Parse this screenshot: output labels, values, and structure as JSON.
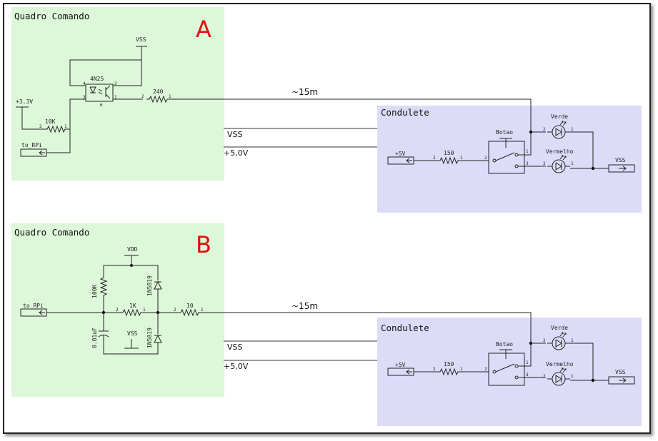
{
  "panels": [
    {
      "section_letter": "A",
      "control_title": "Quadro Comando",
      "condulete_title": "Condulete",
      "distance": "~15m",
      "wire_vss": "VSS",
      "wire_5v": "+5,0V",
      "control_labels": {
        "ground_top": "VSS",
        "optocoupler": "4N25",
        "supply": "+3.3V",
        "resistor_input": "10K",
        "resistor_line": "240",
        "input_port": "to_RPi"
      },
      "condulete_labels": {
        "supply_port": "+5V",
        "resistor": "150",
        "button": "Botao",
        "led_green": "Verde",
        "led_red": "Vermelho",
        "output_port": "VSS"
      }
    },
    {
      "section_letter": "B",
      "control_title": "Quadro Comando",
      "condulete_title": "Condulete",
      "distance": "~15m",
      "wire_vss": "VSS",
      "wire_5v": "+5,0V",
      "control_labels": {
        "supply_top": "VDD",
        "resistor_pullup": "100K",
        "diode_top": "1N5819",
        "resistor_series": "1K",
        "resistor_line": "10",
        "input_port": "to_RPi",
        "capacitor": "0.01uF",
        "ground": "VSS",
        "diode_bottom": "1N5819"
      },
      "condulete_labels": {
        "supply_port": "+5V",
        "resistor": "150",
        "button": "Botao",
        "led_green": "Verde",
        "led_red": "Vermelho",
        "output_port": "VSS"
      }
    }
  ],
  "colors": {
    "control_bg": "#ddf7d9",
    "condulete_bg": "#dcdcf9",
    "section_letter": "#e01010"
  }
}
